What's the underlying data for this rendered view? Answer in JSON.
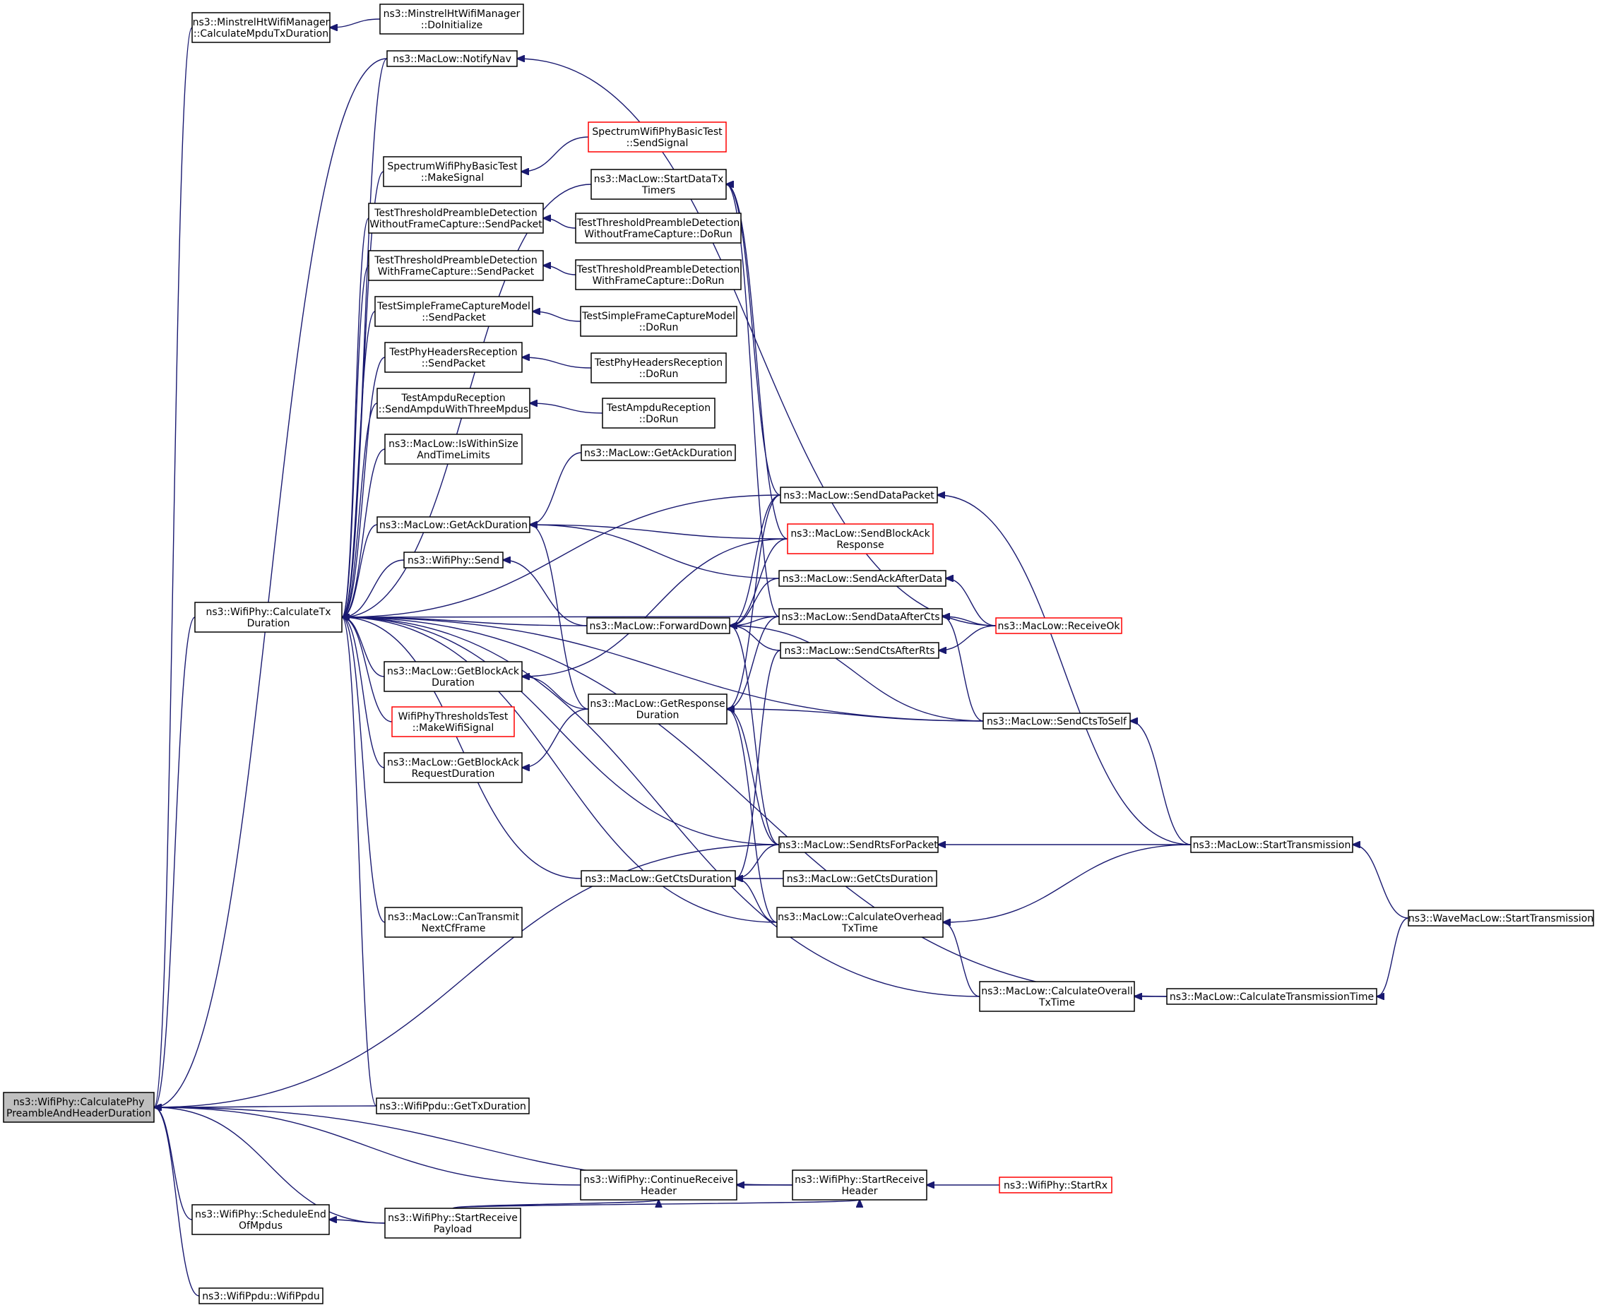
{
  "nodes": [
    {
      "id": "root",
      "lines": [
        "ns3::WifiPhy::CalculatePhy",
        "PreambleAndHeaderDuration"
      ],
      "style": "root",
      "clickable": true
    },
    {
      "id": "minstrel_calc",
      "lines": [
        "ns3::MinstrelHtWifiManager",
        "::CalculateMpduTxDuration"
      ],
      "style": "normal",
      "clickable": true
    },
    {
      "id": "minstrel_init",
      "lines": [
        "ns3::MinstrelHtWifiManager",
        "::DoInitialize"
      ],
      "style": "normal",
      "clickable": true
    },
    {
      "id": "notifynav",
      "lines": [
        "ns3::MacLow::NotifyNav"
      ],
      "style": "normal",
      "clickable": true
    },
    {
      "id": "spec_send",
      "lines": [
        "SpectrumWifiPhyBasicTest",
        "::SendSignal"
      ],
      "style": "red",
      "clickable": true
    },
    {
      "id": "spec_make",
      "lines": [
        "SpectrumWifiPhyBasicTest",
        "::MakeSignal"
      ],
      "style": "normal",
      "clickable": true
    },
    {
      "id": "startdatatx",
      "lines": [
        "ns3::MacLow::StartDataTx",
        "Timers"
      ],
      "style": "normal",
      "clickable": true
    },
    {
      "id": "tpd_wo_send",
      "lines": [
        "TestThresholdPreambleDetection",
        "WithoutFrameCapture::SendPacket"
      ],
      "style": "normal",
      "clickable": true
    },
    {
      "id": "tpd_wo_run",
      "lines": [
        "TestThresholdPreambleDetection",
        "WithoutFrameCapture::DoRun"
      ],
      "style": "normal",
      "clickable": true
    },
    {
      "id": "tpd_w_send",
      "lines": [
        "TestThresholdPreambleDetection",
        "WithFrameCapture::SendPacket"
      ],
      "style": "normal",
      "clickable": true
    },
    {
      "id": "tpd_w_run",
      "lines": [
        "TestThresholdPreambleDetection",
        "WithFrameCapture::DoRun"
      ],
      "style": "normal",
      "clickable": true
    },
    {
      "id": "tsfc_send",
      "lines": [
        "TestSimpleFrameCaptureModel",
        "::SendPacket"
      ],
      "style": "normal",
      "clickable": true
    },
    {
      "id": "tsfc_run",
      "lines": [
        "TestSimpleFrameCaptureModel",
        "::DoRun"
      ],
      "style": "normal",
      "clickable": true
    },
    {
      "id": "tphr_send",
      "lines": [
        "TestPhyHeadersReception",
        "::SendPacket"
      ],
      "style": "normal",
      "clickable": true
    },
    {
      "id": "tphr_run",
      "lines": [
        "TestPhyHeadersReception",
        "::DoRun"
      ],
      "style": "normal",
      "clickable": true
    },
    {
      "id": "tar_send",
      "lines": [
        "TestAmpduReception",
        "::SendAmpduWithThreeMpdus"
      ],
      "style": "normal",
      "clickable": true
    },
    {
      "id": "tar_run",
      "lines": [
        "TestAmpduReception",
        "::DoRun"
      ],
      "style": "normal",
      "clickable": true
    },
    {
      "id": "iswithin",
      "lines": [
        "ns3::MacLow::IsWithinSize",
        "AndTimeLimits"
      ],
      "style": "normal",
      "clickable": true
    },
    {
      "id": "getack2",
      "lines": [
        "ns3::MacLow::GetAckDuration"
      ],
      "style": "normal",
      "clickable": true
    },
    {
      "id": "senddatapacket",
      "lines": [
        "ns3::MacLow::SendDataPacket"
      ],
      "style": "normal",
      "clickable": true
    },
    {
      "id": "getack1",
      "lines": [
        "ns3::MacLow::GetAckDuration"
      ],
      "style": "normal",
      "clickable": true
    },
    {
      "id": "sendblockack",
      "lines": [
        "ns3::MacLow::SendBlockAck",
        "Response"
      ],
      "style": "red",
      "clickable": true
    },
    {
      "id": "wifiphysend",
      "lines": [
        "ns3::WifiPhy::Send"
      ],
      "style": "normal",
      "clickable": true
    },
    {
      "id": "sendackafter",
      "lines": [
        "ns3::MacLow::SendAckAfterData"
      ],
      "style": "normal",
      "clickable": true
    },
    {
      "id": "calctx",
      "lines": [
        "ns3::WifiPhy::CalculateTx",
        "Duration"
      ],
      "style": "normal",
      "clickable": true
    },
    {
      "id": "forwarddown",
      "lines": [
        "ns3::MacLow::ForwardDown"
      ],
      "style": "normal",
      "clickable": true
    },
    {
      "id": "receiveok",
      "lines": [
        "ns3::MacLow::ReceiveOk"
      ],
      "style": "red",
      "clickable": true
    },
    {
      "id": "senddataaftercts",
      "lines": [
        "ns3::MacLow::SendDataAfterCts"
      ],
      "style": "normal",
      "clickable": true
    },
    {
      "id": "sendctsafterrts",
      "lines": [
        "ns3::MacLow::SendCtsAfterRts"
      ],
      "style": "normal",
      "clickable": true
    },
    {
      "id": "getblockack",
      "lines": [
        "ns3::MacLow::GetBlockAck",
        "Duration"
      ],
      "style": "normal",
      "clickable": true
    },
    {
      "id": "getresponse",
      "lines": [
        "ns3::MacLow::GetResponse",
        "Duration"
      ],
      "style": "normal",
      "clickable": true
    },
    {
      "id": "sendctstoself",
      "lines": [
        "ns3::MacLow::SendCtsToSelf"
      ],
      "style": "normal",
      "clickable": true
    },
    {
      "id": "wpt_make",
      "lines": [
        "WifiPhyThresholdsTest",
        "::MakeWifiSignal"
      ],
      "style": "red",
      "clickable": true
    },
    {
      "id": "getblockackreq",
      "lines": [
        "ns3::MacLow::GetBlockAck",
        "RequestDuration"
      ],
      "style": "normal",
      "clickable": true
    },
    {
      "id": "sendrts",
      "lines": [
        "ns3::MacLow::SendRtsForPacket"
      ],
      "style": "normal",
      "clickable": true
    },
    {
      "id": "starttrans",
      "lines": [
        "ns3::MacLow::StartTransmission"
      ],
      "style": "normal",
      "clickable": true
    },
    {
      "id": "getcts1",
      "lines": [
        "ns3::MacLow::GetCtsDuration"
      ],
      "style": "normal",
      "clickable": true
    },
    {
      "id": "getcts2",
      "lines": [
        "ns3::MacLow::GetCtsDuration"
      ],
      "style": "normal",
      "clickable": true
    },
    {
      "id": "wave_start",
      "lines": [
        "ns3::WaveMacLow::StartTransmission"
      ],
      "style": "normal",
      "clickable": true
    },
    {
      "id": "cantransmit",
      "lines": [
        "ns3::MacLow::CanTransmit",
        "NextCfFrame"
      ],
      "style": "normal",
      "clickable": true
    },
    {
      "id": "calcoverhead",
      "lines": [
        "ns3::MacLow::CalculateOverhead",
        "TxTime"
      ],
      "style": "normal",
      "clickable": true
    },
    {
      "id": "calcoverall",
      "lines": [
        "ns3::MacLow::CalculateOverall",
        "TxTime"
      ],
      "style": "normal",
      "clickable": true
    },
    {
      "id": "calctranstime",
      "lines": [
        "ns3::MacLow::CalculateTransmissionTime"
      ],
      "style": "normal",
      "clickable": true
    },
    {
      "id": "ppdu_gettx",
      "lines": [
        "ns3::WifiPpdu::GetTxDuration"
      ],
      "style": "normal",
      "clickable": true
    },
    {
      "id": "contrecvhdr",
      "lines": [
        "ns3::WifiPhy::ContinueReceive",
        "Header"
      ],
      "style": "normal",
      "clickable": true
    },
    {
      "id": "startrecvhdr",
      "lines": [
        "ns3::WifiPhy::StartReceive",
        "Header"
      ],
      "style": "normal",
      "clickable": true
    },
    {
      "id": "startrx",
      "lines": [
        "ns3::WifiPhy::StartRx"
      ],
      "style": "red",
      "clickable": true
    },
    {
      "id": "schedend",
      "lines": [
        "ns3::WifiPhy::ScheduleEnd",
        "OfMpdus"
      ],
      "style": "normal",
      "clickable": true
    },
    {
      "id": "startrecvpay",
      "lines": [
        "ns3::WifiPhy::StartReceive",
        "Payload"
      ],
      "style": "normal",
      "clickable": true
    },
    {
      "id": "wifippdu",
      "lines": [
        "ns3::WifiPpdu::WifiPpdu"
      ],
      "style": "normal",
      "clickable": true
    }
  ],
  "edges": [
    {
      "from": "minstrel_calc",
      "to": "root"
    },
    {
      "from": "minstrel_init",
      "to": "minstrel_calc"
    },
    {
      "from": "notifynav",
      "to": "root"
    },
    {
      "from": "receiveok",
      "to": "notifynav"
    },
    {
      "from": "spec_send",
      "to": "spec_make"
    },
    {
      "from": "tpd_wo_run",
      "to": "tpd_wo_send"
    },
    {
      "from": "tpd_w_run",
      "to": "tpd_w_send"
    },
    {
      "from": "tsfc_run",
      "to": "tsfc_send"
    },
    {
      "from": "tphr_run",
      "to": "tphr_send"
    },
    {
      "from": "tar_run",
      "to": "tar_send"
    },
    {
      "from": "calctx",
      "to": "root"
    },
    {
      "from": "notifynav",
      "to": "calctx"
    },
    {
      "from": "startdatatx",
      "to": "calctx"
    },
    {
      "from": "spec_make",
      "to": "calctx"
    },
    {
      "from": "tpd_wo_send",
      "to": "calctx"
    },
    {
      "from": "tpd_w_send",
      "to": "calctx"
    },
    {
      "from": "tsfc_send",
      "to": "calctx"
    },
    {
      "from": "tphr_send",
      "to": "calctx"
    },
    {
      "from": "tar_send",
      "to": "calctx"
    },
    {
      "from": "iswithin",
      "to": "calctx"
    },
    {
      "from": "getack1",
      "to": "calctx"
    },
    {
      "from": "wifiphysend",
      "to": "calctx"
    },
    {
      "from": "forwarddown",
      "to": "calctx"
    },
    {
      "from": "senddataaftercts",
      "to": "calctx"
    },
    {
      "from": "getblockack",
      "to": "calctx"
    },
    {
      "from": "wpt_make",
      "to": "calctx"
    },
    {
      "from": "getblockackreq",
      "to": "calctx"
    },
    {
      "from": "sendctstoself",
      "to": "calctx"
    },
    {
      "from": "sendrts",
      "to": "calctx"
    },
    {
      "from": "getcts1",
      "to": "calctx"
    },
    {
      "from": "cantransmit",
      "to": "calctx"
    },
    {
      "from": "calcoverhead",
      "to": "calctx"
    },
    {
      "from": "calcoverall",
      "to": "calctx"
    },
    {
      "from": "calctranstime",
      "to": "calctx"
    },
    {
      "from": "ppdu_gettx",
      "to": "calctx"
    },
    {
      "from": "senddatapacket",
      "to": "calctx"
    },
    {
      "from": "senddatapacket",
      "to": "startdatatx"
    },
    {
      "from": "senddataaftercts",
      "to": "startdatatx"
    },
    {
      "from": "sendblockack",
      "to": "startdatatx"
    },
    {
      "from": "getack2",
      "to": "getack1"
    },
    {
      "from": "sendblockack",
      "to": "getack1"
    },
    {
      "from": "sendackafter",
      "to": "getack1"
    },
    {
      "from": "getresponse",
      "to": "getack1"
    },
    {
      "from": "forwarddown",
      "to": "wifiphysend"
    },
    {
      "from": "senddatapacket",
      "to": "forwarddown"
    },
    {
      "from": "sendblockack",
      "to": "forwarddown"
    },
    {
      "from": "sendackafter",
      "to": "forwarddown"
    },
    {
      "from": "senddataaftercts",
      "to": "forwarddown"
    },
    {
      "from": "sendctsafterrts",
      "to": "forwarddown"
    },
    {
      "from": "sendctstoself",
      "to": "forwarddown"
    },
    {
      "from": "sendrts",
      "to": "forwarddown"
    },
    {
      "from": "receiveok",
      "to": "sendackafter"
    },
    {
      "from": "receiveok",
      "to": "senddataaftercts"
    },
    {
      "from": "receiveok",
      "to": "sendctsafterrts"
    },
    {
      "from": "starttrans",
      "to": "senddatapacket"
    },
    {
      "from": "sendblockack",
      "to": "getblockack"
    },
    {
      "from": "getresponse",
      "to": "getblockack"
    },
    {
      "from": "getresponse",
      "to": "getblockackreq"
    },
    {
      "from": "senddatapacket",
      "to": "getresponse"
    },
    {
      "from": "senddataaftercts",
      "to": "getresponse"
    },
    {
      "from": "sendctstoself",
      "to": "getresponse"
    },
    {
      "from": "sendrts",
      "to": "getresponse"
    },
    {
      "from": "calcoverhead",
      "to": "getresponse"
    },
    {
      "from": "sendctstoself",
      "to": "senddataaftercts"
    },
    {
      "from": "starttrans",
      "to": "sendctstoself"
    },
    {
      "from": "starttrans",
      "to": "sendrts"
    },
    {
      "from": "starttrans",
      "to": "calcoverhead"
    },
    {
      "from": "wave_start",
      "to": "starttrans"
    },
    {
      "from": "getcts2",
      "to": "getcts1"
    },
    {
      "from": "sendrts",
      "to": "getcts1"
    },
    {
      "from": "sendctsafterrts",
      "to": "getcts1"
    },
    {
      "from": "calcoverhead",
      "to": "getcts1"
    },
    {
      "from": "calcoverall",
      "to": "calcoverhead"
    },
    {
      "from": "calctranstime",
      "to": "calcoverall"
    },
    {
      "from": "wave_start",
      "to": "calctranstime"
    },
    {
      "from": "sendrts",
      "to": "root"
    },
    {
      "from": "ppdu_gettx",
      "to": "root"
    },
    {
      "from": "startrecvhdr",
      "to": "root"
    },
    {
      "from": "contrecvhdr",
      "to": "root"
    },
    {
      "from": "schedend",
      "to": "root"
    },
    {
      "from": "startrecvpay",
      "to": "root"
    },
    {
      "from": "wifippdu",
      "to": "root"
    },
    {
      "from": "startrecvhdr",
      "to": "contrecvhdr"
    },
    {
      "from": "startrx",
      "to": "startrecvhdr"
    },
    {
      "from": "startrecvpay",
      "to": "contrecvhdr"
    },
    {
      "from": "startrecvpay",
      "to": "startrecvhdr"
    },
    {
      "from": "startrecvpay",
      "to": "schedend"
    }
  ],
  "colors": {
    "edge": "#191970",
    "node_border": "#000000",
    "node_border_highlight": "#ff0000",
    "root_fill": "#bfbfbf"
  }
}
